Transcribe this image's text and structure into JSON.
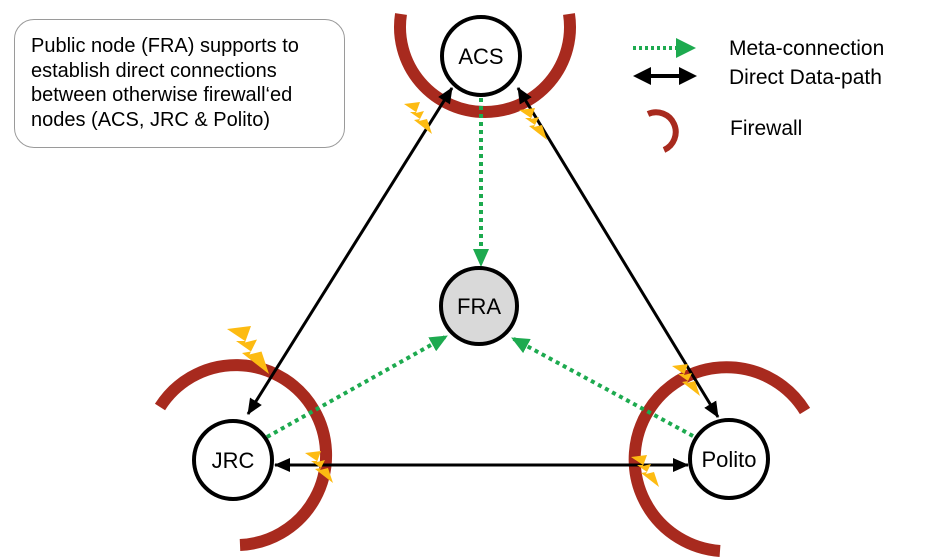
{
  "callout": {
    "lines": [
      "Public node (FRA) supports to",
      "establish direct connections",
      "between otherwise firewall‘ed",
      "nodes (ACS, JRC & Polito)"
    ]
  },
  "legend": {
    "meta_connection": "Meta-connection",
    "direct_data_path": "Direct Data-path",
    "firewall": "Firewall"
  },
  "nodes": {
    "acs": "ACS",
    "fra": "FRA",
    "jrc": "JRC",
    "polito": "Polito"
  },
  "colors": {
    "firewall": "#A82A1E",
    "meta_connection": "#1DAA4F",
    "data_path": "#000000",
    "lightning": "#FDBB12",
    "public_node_fill": "#D9D9D9",
    "node_fill": "#FFFFFF"
  },
  "edges": {
    "meta_connections": [
      {
        "from": "ACS",
        "to": "FRA"
      },
      {
        "from": "JRC",
        "to": "FRA"
      },
      {
        "from": "Polito",
        "to": "FRA"
      }
    ],
    "direct_data_paths": [
      {
        "a": "ACS",
        "b": "JRC"
      },
      {
        "a": "ACS",
        "b": "Polito"
      },
      {
        "a": "JRC",
        "b": "Polito"
      }
    ]
  }
}
